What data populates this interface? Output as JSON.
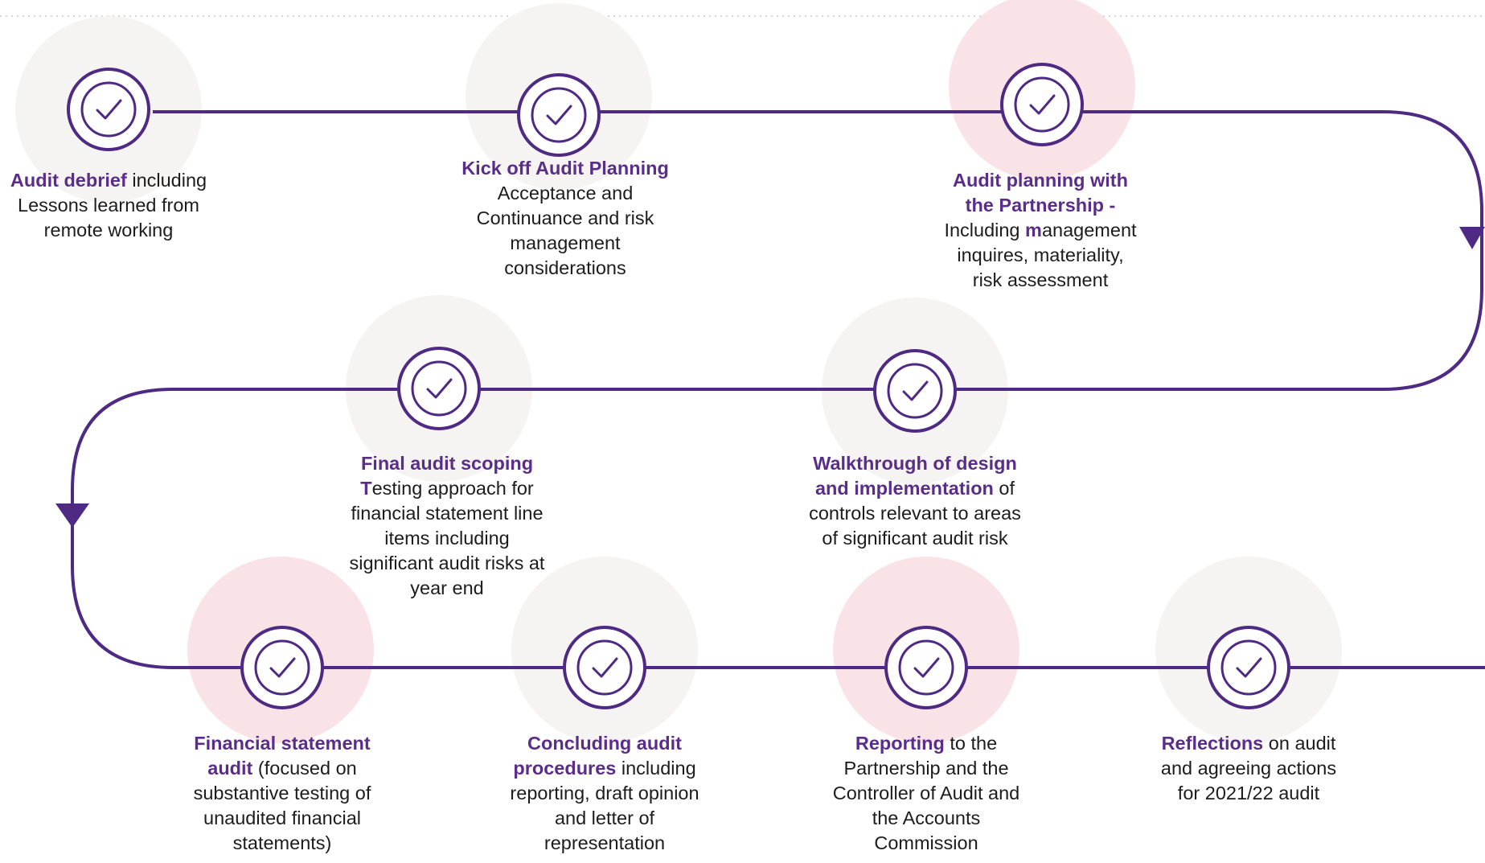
{
  "colors": {
    "line": "#4e2a84",
    "ring": "#4e2a84",
    "halo_neutral": "#f6f4f2",
    "halo_highlight": "#f9e3e6",
    "highlight_text": "#5b2d8a",
    "body_text": "#1c1c1c",
    "top_border": "#d5d5d5"
  },
  "icons": {
    "step": "check-icon",
    "flow": "arrow-down-icon"
  },
  "steps": [
    {
      "id": "audit-debrief",
      "halo": "neutral",
      "lines": [
        [
          {
            "t": "Audit debrief",
            "h": true
          },
          {
            "t": " including",
            "h": false
          }
        ],
        [
          {
            "t": "Lessons learned from",
            "h": false
          }
        ],
        [
          {
            "t": "remote working",
            "h": false
          }
        ]
      ]
    },
    {
      "id": "kick-off",
      "halo": "neutral",
      "lines": [
        [
          {
            "t": "Kick off Audit Planning",
            "h": true
          }
        ],
        [
          {
            "t": "Acceptance and",
            "h": false
          }
        ],
        [
          {
            "t": "Continuance and risk",
            "h": false
          }
        ],
        [
          {
            "t": "management",
            "h": false
          }
        ],
        [
          {
            "t": "considerations",
            "h": false
          }
        ]
      ]
    },
    {
      "id": "audit-planning",
      "halo": "highlight",
      "lines": [
        [
          {
            "t": "Audit planning with",
            "h": true
          }
        ],
        [
          {
            "t": "the Partnership -",
            "h": true
          }
        ],
        [
          {
            "t": "Including ",
            "h": false
          },
          {
            "t": "m",
            "h": true
          },
          {
            "t": "anagement",
            "h": false
          }
        ],
        [
          {
            "t": "inquires, materiality,",
            "h": false
          }
        ],
        [
          {
            "t": "risk assessment",
            "h": false
          }
        ]
      ]
    },
    {
      "id": "walkthrough",
      "halo": "neutral",
      "lines": [
        [
          {
            "t": "Walkthrough of design",
            "h": true
          }
        ],
        [
          {
            "t": "and implementation",
            "h": true
          },
          {
            "t": " of",
            "h": false
          }
        ],
        [
          {
            "t": "controls relevant to areas",
            "h": false
          }
        ],
        [
          {
            "t": "of significant audit risk",
            "h": false
          }
        ]
      ]
    },
    {
      "id": "final-scoping",
      "halo": "neutral",
      "lines": [
        [
          {
            "t": "Final audit scoping",
            "h": true
          }
        ],
        [
          {
            "t": "T",
            "h": true
          },
          {
            "t": "esting approach for",
            "h": false
          }
        ],
        [
          {
            "t": "financial statement line",
            "h": false
          }
        ],
        [
          {
            "t": "items including",
            "h": false
          }
        ],
        [
          {
            "t": "significant audit risks at",
            "h": false
          }
        ],
        [
          {
            "t": "year end",
            "h": false
          }
        ]
      ]
    },
    {
      "id": "financial-statement-audit",
      "halo": "highlight",
      "lines": [
        [
          {
            "t": "Financial statement",
            "h": true
          }
        ],
        [
          {
            "t": "audit",
            "h": true
          },
          {
            "t": " (focused on",
            "h": false
          }
        ],
        [
          {
            "t": "substantive testing of",
            "h": false
          }
        ],
        [
          {
            "t": "unaudited financial",
            "h": false
          }
        ],
        [
          {
            "t": "statements)",
            "h": false
          }
        ]
      ]
    },
    {
      "id": "concluding",
      "halo": "neutral",
      "lines": [
        [
          {
            "t": "Concluding audit",
            "h": true
          }
        ],
        [
          {
            "t": "procedures",
            "h": true
          },
          {
            "t": " including",
            "h": false
          }
        ],
        [
          {
            "t": "reporting, draft opinion",
            "h": false
          }
        ],
        [
          {
            "t": "and letter of",
            "h": false
          }
        ],
        [
          {
            "t": "representation",
            "h": false
          }
        ]
      ]
    },
    {
      "id": "reporting",
      "halo": "highlight",
      "lines": [
        [
          {
            "t": "Reporting",
            "h": true
          },
          {
            "t": " to the",
            "h": false
          }
        ],
        [
          {
            "t": "Partnership and the",
            "h": false
          }
        ],
        [
          {
            "t": "Controller of Audit and",
            "h": false
          }
        ],
        [
          {
            "t": "the Accounts",
            "h": false
          }
        ],
        [
          {
            "t": "Commission",
            "h": false
          }
        ]
      ]
    },
    {
      "id": "reflections",
      "halo": "neutral",
      "lines": [
        [
          {
            "t": "Reflections",
            "h": true
          },
          {
            "t": " on audit",
            "h": false
          }
        ],
        [
          {
            "t": "and agreeing actions",
            "h": false
          }
        ],
        [
          {
            "t": "for 2021/22 audit",
            "h": false
          }
        ]
      ]
    }
  ]
}
